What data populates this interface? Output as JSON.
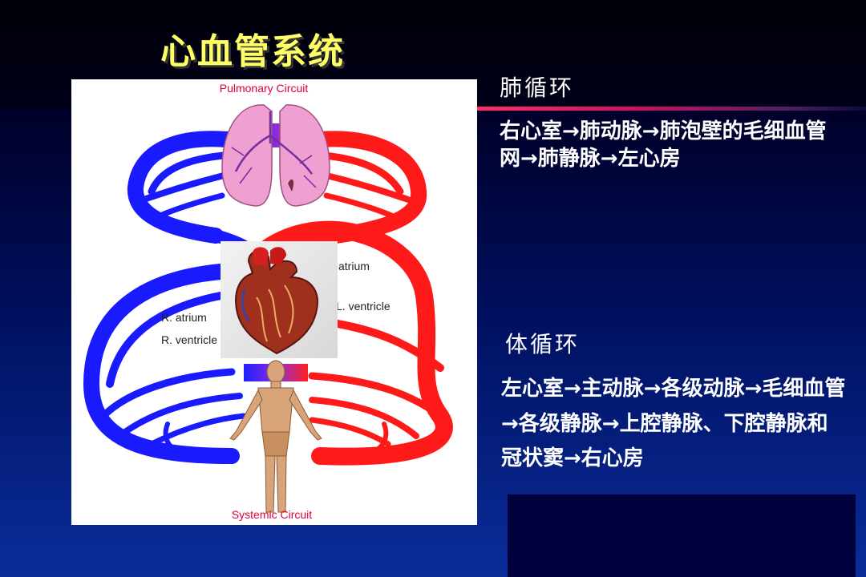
{
  "slide": {
    "title": "心血管系统"
  },
  "diagram": {
    "pulmonary_label": "Pulmonary Circuit",
    "systemic_label": "Systemic Circuit",
    "l_atrium_label": "atrium",
    "l_ventricle_label": "L. ventricle",
    "r_atrium_label": "R. atrium",
    "r_ventricle_label": "R. ventricle",
    "colors": {
      "oxygenated": "#ff1a1a",
      "deoxygenated": "#1a1aff",
      "lungs": "#f0a0d0",
      "title_yellow": "#ffff66"
    }
  },
  "pulmonary": {
    "heading": "肺循环",
    "text": "右心室→肺动脉→肺泡壁的毛细血管网→肺静脉→左心房"
  },
  "systemic": {
    "heading": "体循环",
    "text": "左心室→主动脉→各级动脉→毛细血管→各级静脉→上腔静脉、下腔静脉和冠状窦→右心房"
  }
}
